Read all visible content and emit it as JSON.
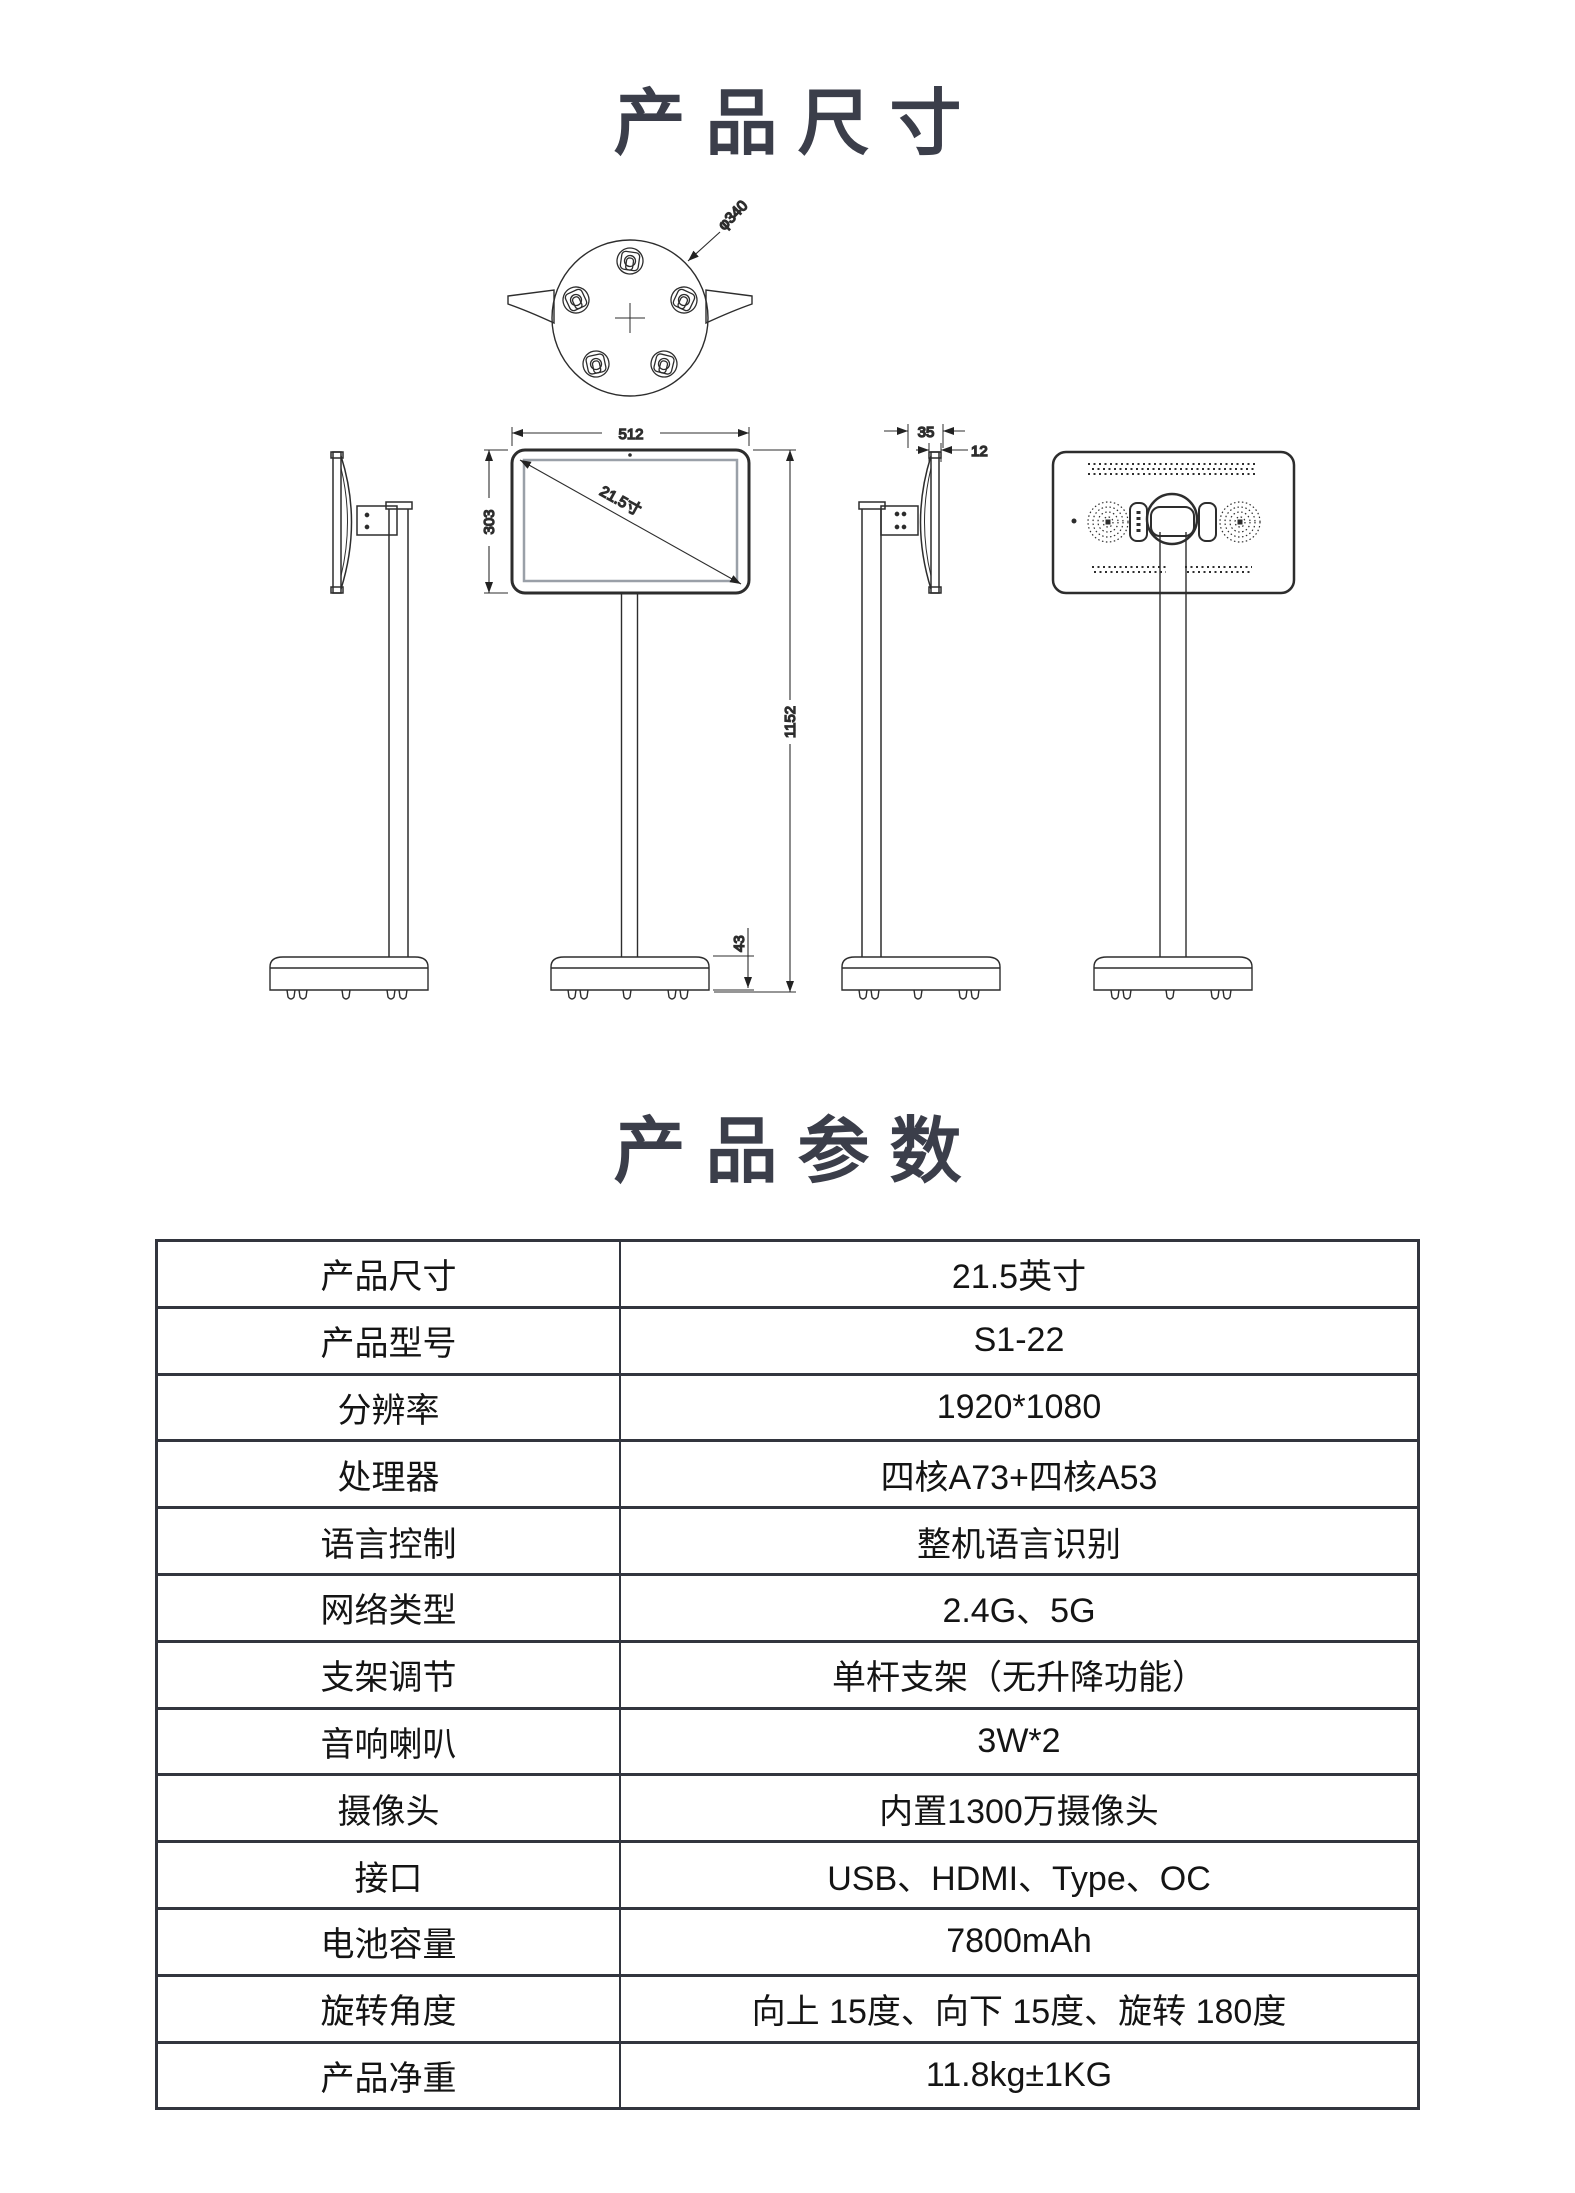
{
  "section_dimensions": {
    "title": "产品尺寸",
    "drawing": {
      "dims": {
        "base_diameter": "φ340",
        "screen_width": "512",
        "screen_height": "303",
        "screen_diagonal": "21.5寸",
        "total_height": "1152",
        "base_height": "43",
        "screen_depth": "35",
        "bezel_depth": "12"
      }
    }
  },
  "section_params": {
    "title": "产品参数",
    "table": {
      "rows": [
        {
          "label": "产品尺寸",
          "value": "21.5英寸"
        },
        {
          "label": "产品型号",
          "value": "S1-22"
        },
        {
          "label": "分辨率",
          "value": "1920*1080"
        },
        {
          "label": "处理器",
          "value": "四核A73+四核A53"
        },
        {
          "label": "语言控制",
          "value": "整机语言识别"
        },
        {
          "label": "网络类型",
          "value": "2.4G、5G"
        },
        {
          "label": "支架调节",
          "value": "单杆支架（无升降功能）"
        },
        {
          "label": "音响喇叭",
          "value": "3W*2"
        },
        {
          "label": "摄像头",
          "value": "内置1300万摄像头"
        },
        {
          "label": "接口",
          "value": "USB、HDMI、Type、OC"
        },
        {
          "label": "电池容量",
          "value": "7800mAh"
        },
        {
          "label": "旋转角度",
          "value": "向上 15度、向下 15度、旋转 180度"
        },
        {
          "label": "产品净重",
          "value": "11.8kg±1KG"
        }
      ]
    }
  },
  "colors": {
    "title": "#3b3e4a",
    "table_border": "#32353e",
    "drawing_line": "#2d2d2d"
  }
}
